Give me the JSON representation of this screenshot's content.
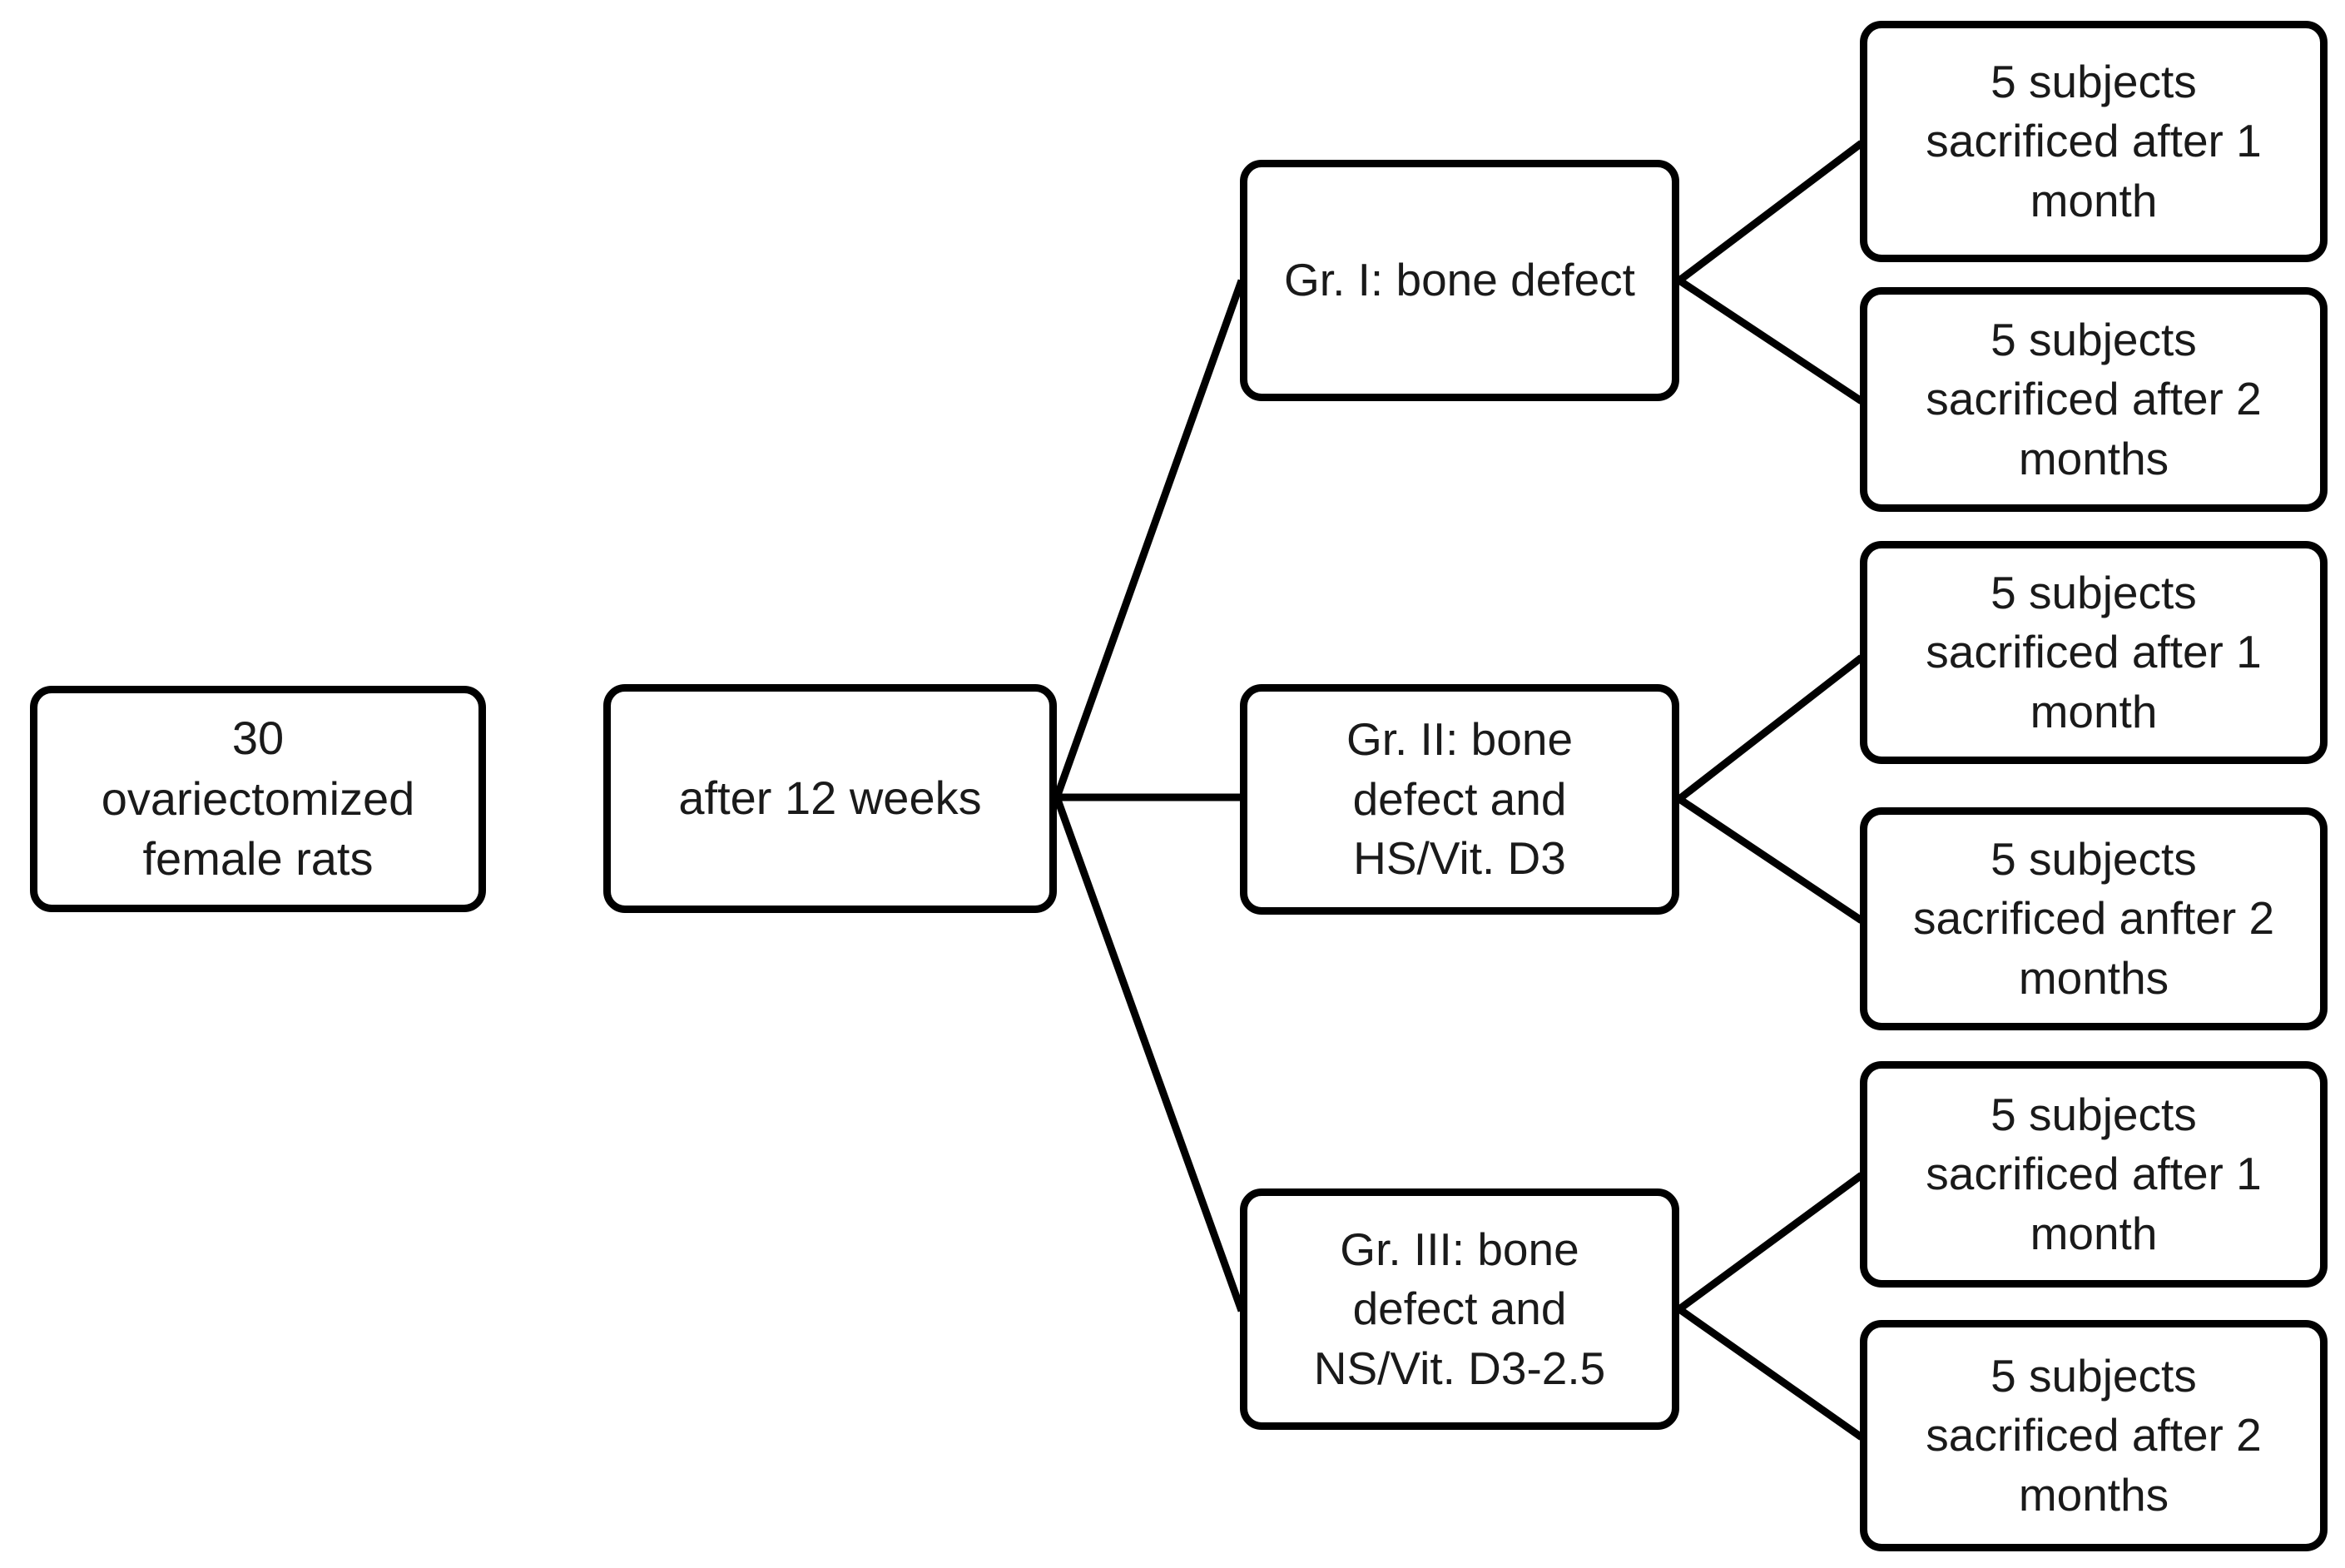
{
  "diagram": {
    "title": "Experimental design flowchart",
    "style": {
      "background": "#ffffff",
      "node_border": "#000000",
      "node_fill": "#ffffff",
      "text_color": "#1a1a1a",
      "connector_color": "#000000"
    },
    "nodes": {
      "cohort": {
        "label": "30\novariectomized\nfemale rats"
      },
      "timepoint": {
        "label": "after 12 weeks"
      },
      "group1": {
        "label": "Gr. I: bone defect"
      },
      "group2": {
        "label": "Gr. II: bone\ndefect and\nHS/Vit. D3"
      },
      "group3": {
        "label": "Gr. III: bone\ndefect and\nNS/Vit. D3-2.5"
      },
      "group1_outcome1": {
        "label": "5 subjects\nsacrificed after 1\nmonth"
      },
      "group1_outcome2": {
        "label": "5 subjects\nsacrificed after 2\nmonths"
      },
      "group2_outcome1": {
        "label": "5 subjects\nsacrificed after 1\nmonth"
      },
      "group2_outcome2": {
        "label": "5 subjects\nsacrificed anfter 2\nmonths"
      },
      "group3_outcome1": {
        "label": "5 subjects\nsacrificed after 1\nmonth"
      },
      "group3_outcome2": {
        "label": "5 subjects\nsacrificed after 2\nmonths"
      }
    },
    "edges": [
      {
        "from": "timepoint",
        "to": "group1"
      },
      {
        "from": "timepoint",
        "to": "group2"
      },
      {
        "from": "timepoint",
        "to": "group3"
      },
      {
        "from": "group1",
        "to": "group1_outcome1"
      },
      {
        "from": "group1",
        "to": "group1_outcome2"
      },
      {
        "from": "group2",
        "to": "group2_outcome1"
      },
      {
        "from": "group2",
        "to": "group2_outcome2"
      },
      {
        "from": "group3",
        "to": "group3_outcome1"
      },
      {
        "from": "group3",
        "to": "group3_outcome2"
      }
    ]
  }
}
